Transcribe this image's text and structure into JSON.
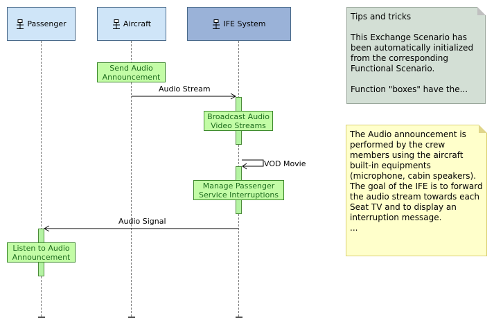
{
  "actors": [
    {
      "label": "Passenger",
      "icon": "actor-icon"
    },
    {
      "label": "Aircraft",
      "icon": "actor-icon"
    },
    {
      "label": "IFE System",
      "icon": "actor-icon"
    }
  ],
  "functions": {
    "send_audio": "Send Audio\nAnnouncement",
    "broadcast": "Broadcast Audio\nVideo Streams",
    "manage": "Manage Passenger\nService Interruptions",
    "listen": "Listen to Audio\nAnnouncement"
  },
  "messages": {
    "audio_stream": "Audio Stream",
    "vod_movie": "VOD Movie",
    "audio_signal": "Audio Signal"
  },
  "notes": {
    "tips_title": "Tips and tricks",
    "tips_body": "This Exchange Scenario has been automatically initialized from the corresponding Functional Scenario.",
    "tips_more": "Function \"boxes\" have the...",
    "description": "The Audio announcement is performed by the crew members using the aircraft built-in equipments (microphone, cabin speakers). The goal of the IFE is to forward the audio stream towards each Seat TV and to display an interruption message.\n..."
  },
  "colors": {
    "actor_light": "#cfe5f8",
    "actor_dark": "#9ab2d8",
    "function_fill": "#c3fca6",
    "function_text": "#1f6e1f",
    "note_tips": "#d3dfd5",
    "note_yellow": "#ffffcb"
  }
}
